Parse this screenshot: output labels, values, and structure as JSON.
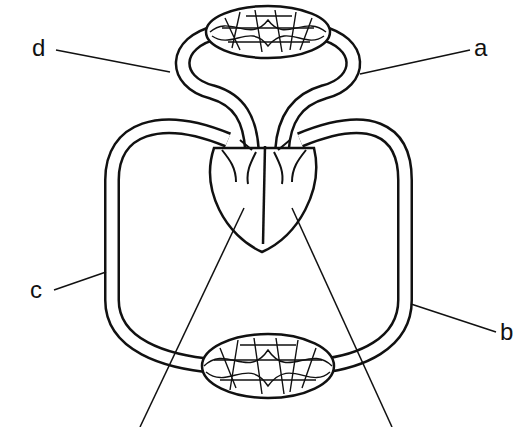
{
  "diagram": {
    "labels": [
      "d",
      "a",
      "c",
      "b"
    ]
  }
}
